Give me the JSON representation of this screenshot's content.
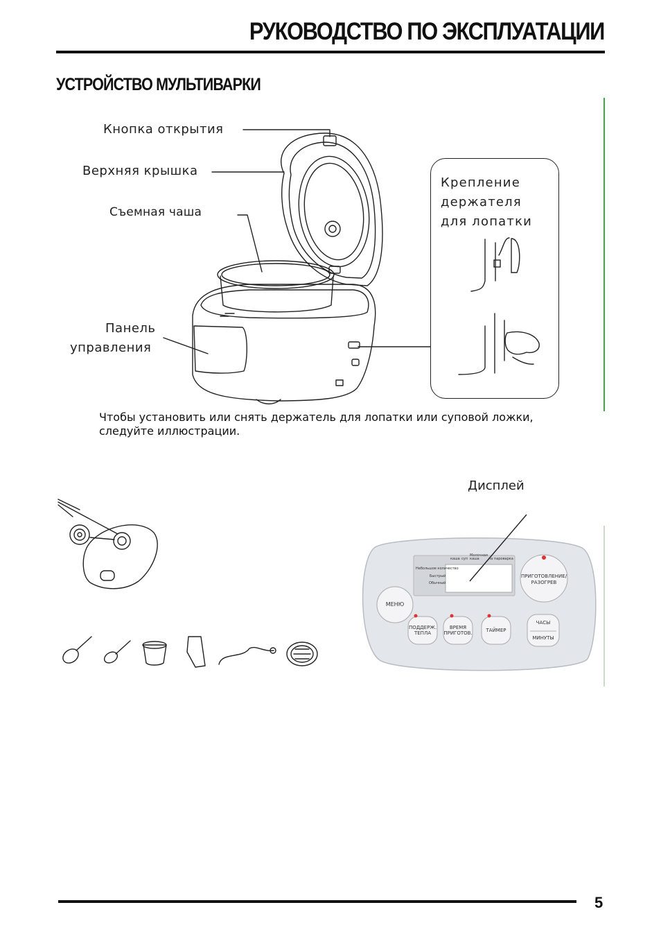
{
  "header": {
    "title": "РУКОВОДСТВО ПО ЭКСПЛУАТАЦИИ"
  },
  "section": {
    "title": "УСТРОЙСТВО МУЛЬТИВАРКИ"
  },
  "callouts": {
    "open_button": "Кнопка открытия",
    "top_lid": "Верхняя крышка",
    "removable_bowl": "Съемная чаша",
    "control_panel_line1": "Панель",
    "control_panel_line2": "управления"
  },
  "inset": {
    "line1": "Крепление",
    "line2": "держателя",
    "line3": "для лопатки"
  },
  "instruction": "Чтобы установить или снять держатель для лопатки или суповой ложки, следуйте иллюстрации.",
  "display_label": "Дисплей",
  "control_panel": {
    "modes_top": [
      "каша",
      "суп",
      "Молочная каша",
      "на пароварка"
    ],
    "modes_left": [
      "Небольшое количество",
      "Быстрый",
      "Обычный"
    ],
    "menu": "МЕНЮ",
    "keep_warm_line1": "ПОДДЕРЖ.",
    "keep_warm_line2": "ТЕПЛА",
    "cook_time_line1": "ВРЕМЯ",
    "cook_time_line2": "ПРИГОТОВ.",
    "timer": "ТАЙМЕР",
    "hours": "ЧАСЫ",
    "minutes": "МИНУТЫ",
    "cook_reheat_line1": "ПРИГОТОВЛЕНИЕ/",
    "cook_reheat_line2": "РАЗОГРЕВ"
  },
  "footer": {
    "page_number": "5"
  },
  "colors": {
    "accent_rule": "#3daa3d",
    "panel_fill": "#e3e6eb",
    "text": "#111111"
  },
  "icons": [
    "valve-icon",
    "spoon-icon",
    "soup-ladle-icon",
    "measuring-cup-icon",
    "spatula-holder-icon",
    "power-cord-icon",
    "steam-tray-icon"
  ]
}
